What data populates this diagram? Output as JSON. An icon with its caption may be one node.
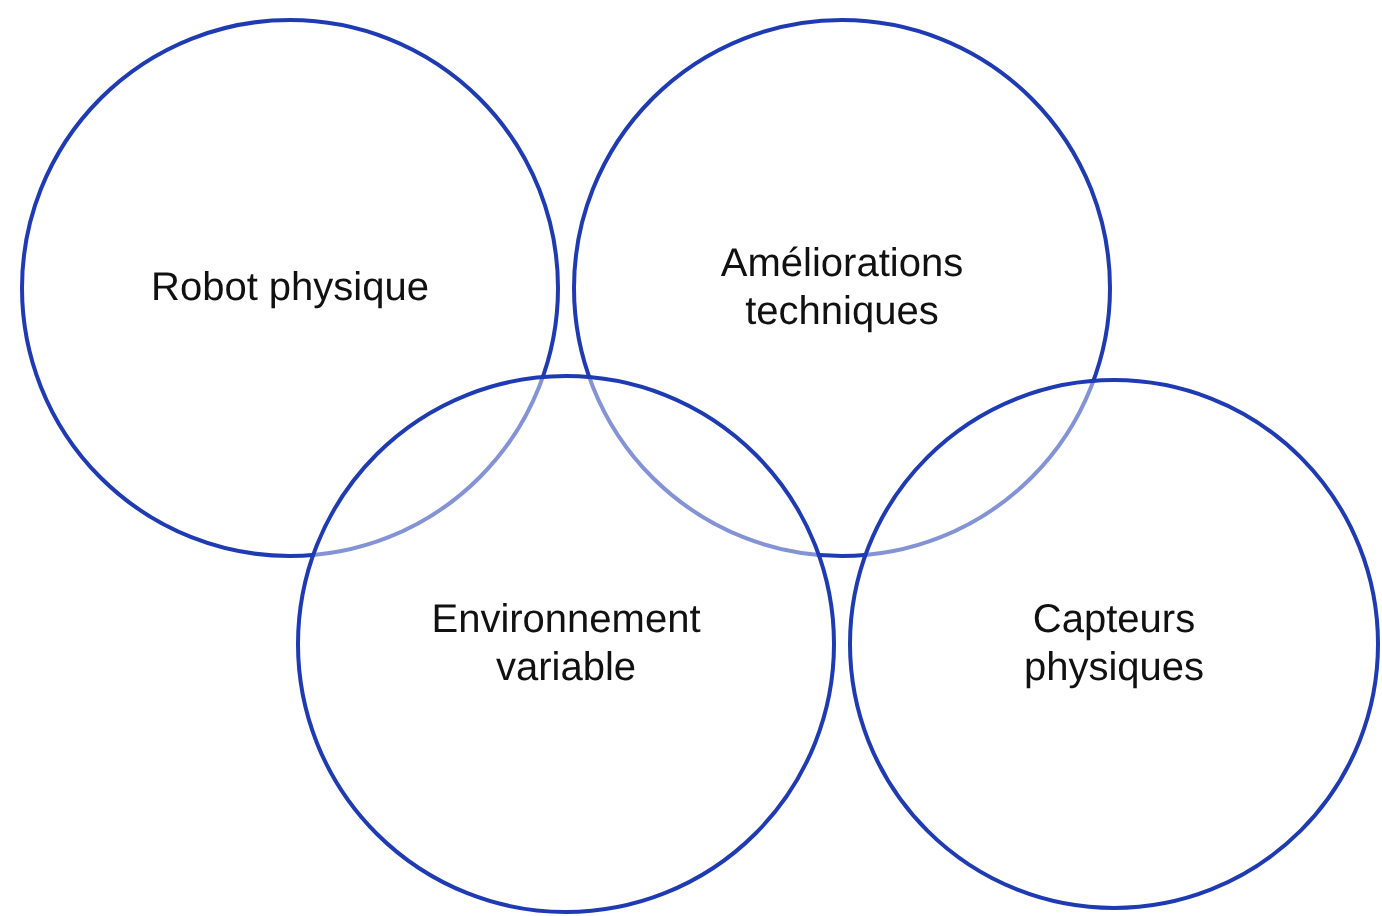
{
  "diagram": {
    "nodes": [
      {
        "text": [
          "Robot physique"
        ]
      },
      {
        "text": [
          "Améliorations techniques"
        ]
      },
      {
        "text": [
          "Environnement variable"
        ]
      },
      {
        "text": [
          "Capteurs physiques"
        ]
      }
    ]
  }
}
